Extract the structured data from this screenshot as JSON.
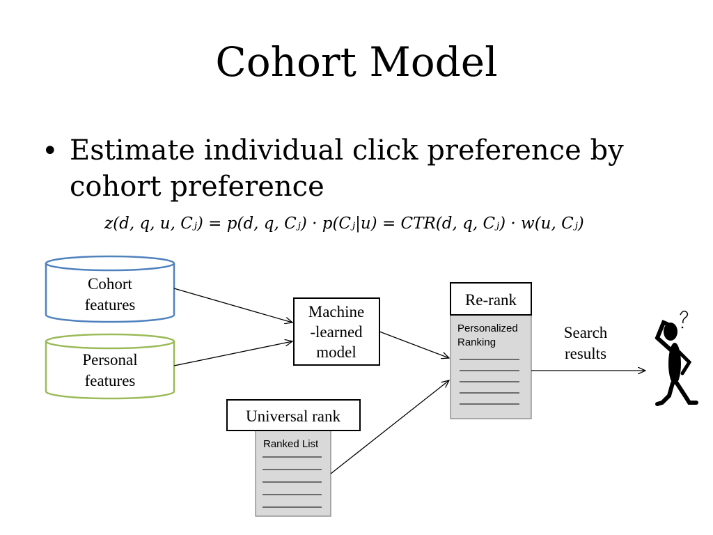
{
  "slide": {
    "title": "Cohort Model",
    "bullet": "•",
    "bullet_text": "Estimate individual click preference by cohort preference",
    "formula": "z(d, q, u, Cⱼ) = p(d, q, Cⱼ) · p(Cⱼ|u) = CTR(d, q, Cⱼ) · w(u, Cⱼ)"
  },
  "diagram": {
    "cohort": {
      "line1": "Cohort",
      "line2": "features",
      "color": "#4f81bd"
    },
    "personal": {
      "line1": "Personal",
      "line2": "features",
      "color": "#9bbb59"
    },
    "model": {
      "line1": "Machine",
      "line2": "-learned",
      "line3": "model"
    },
    "rerank": {
      "label": "Re-rank",
      "doc_line1": "Personalized",
      "doc_line2": "Ranking"
    },
    "universal": {
      "label": "Universal rank",
      "doc_line1": "Ranked List"
    },
    "results": {
      "line1": "Search",
      "line2": "results"
    },
    "person_icon": "thinking-person-icon"
  }
}
